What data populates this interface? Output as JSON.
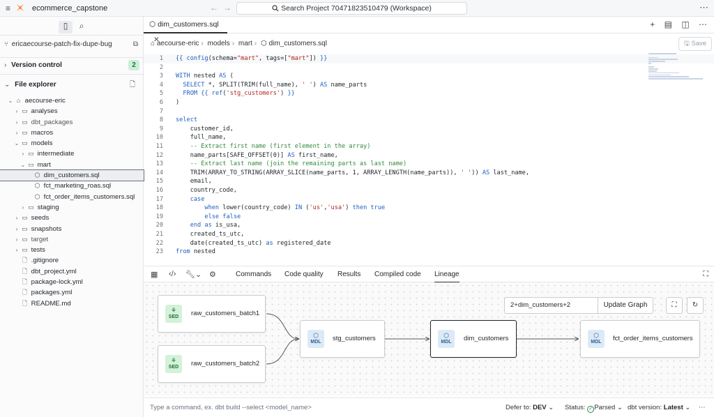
{
  "app": {
    "project_name": "ecommerce_capstone",
    "search_text": "Search Project 70471823510479 (Workspace)"
  },
  "sidebar": {
    "branch": "ericaecourse-patch-fix-dupe-bug",
    "version_control": {
      "label": "Version control",
      "count": "2"
    },
    "file_explorer": {
      "label": "File explorer"
    },
    "tree": [
      {
        "label": "aecourse-eric",
        "depth": 0,
        "type": "root",
        "open": true
      },
      {
        "label": "analyses",
        "depth": 1,
        "type": "folder",
        "open": false
      },
      {
        "label": "dbt_packages",
        "depth": 1,
        "type": "folder",
        "open": false,
        "muted": true
      },
      {
        "label": "macros",
        "depth": 1,
        "type": "folder",
        "open": false
      },
      {
        "label": "models",
        "depth": 1,
        "type": "folder",
        "open": true
      },
      {
        "label": "intermediate",
        "depth": 2,
        "type": "folder",
        "open": false
      },
      {
        "label": "mart",
        "depth": 2,
        "type": "folder",
        "open": true
      },
      {
        "label": "dim_customers.sql",
        "depth": 3,
        "type": "model",
        "selected": true
      },
      {
        "label": "fct_marketing_roas.sql",
        "depth": 3,
        "type": "model"
      },
      {
        "label": "fct_order_items_customers.sql",
        "depth": 3,
        "type": "model"
      },
      {
        "label": "staging",
        "depth": 2,
        "type": "folder",
        "open": false
      },
      {
        "label": "seeds",
        "depth": 1,
        "type": "folder",
        "open": false
      },
      {
        "label": "snapshots",
        "depth": 1,
        "type": "folder",
        "open": false
      },
      {
        "label": "target",
        "depth": 1,
        "type": "folder",
        "open": false,
        "muted": true
      },
      {
        "label": "tests",
        "depth": 1,
        "type": "folder",
        "open": false
      },
      {
        "label": ".gitignore",
        "depth": 1,
        "type": "file"
      },
      {
        "label": "dbt_project.yml",
        "depth": 1,
        "type": "file"
      },
      {
        "label": "package-lock.yml",
        "depth": 1,
        "type": "file"
      },
      {
        "label": "packages.yml",
        "depth": 1,
        "type": "file"
      },
      {
        "label": "README.md",
        "depth": 1,
        "type": "file"
      }
    ]
  },
  "editor": {
    "tab_label": "dim_customers.sql",
    "breadcrumb": [
      "aecourse-eric",
      "models",
      "mart",
      "dim_customers.sql"
    ],
    "save_label": "Save",
    "lines": [
      "{{ config(schema=\"mart\", tags=[\"mart\"]) }}",
      "",
      "WITH nested AS (",
      "  SELECT *, SPLIT(TRIM(full_name), ' ') AS name_parts",
      "  FROM {{ ref('stg_customers') }}",
      ")",
      "",
      "select",
      "    customer_id,",
      "    full_name,",
      "    -- Extract first name (first element in the array)",
      "    name_parts[SAFE_OFFSET(0)] AS first_name,",
      "    -- Extract last name (join the remaining parts as last name)",
      "    TRIM(ARRAY_TO_STRING(ARRAY_SLICE(name_parts, 1, ARRAY_LENGTH(name_parts)), ' ')) AS last_name,",
      "    email,",
      "    country_code,",
      "    case",
      "        when lower(country_code) IN ('us','usa') then true",
      "        else false",
      "    end as is_usa,",
      "    created_ts_utc,",
      "    date(created_ts_utc) as registered_date",
      "from nested"
    ]
  },
  "bottom_panel": {
    "tabs": [
      "Commands",
      "Code quality",
      "Results",
      "Compiled code",
      "Lineage"
    ],
    "active_tab": "Lineage"
  },
  "lineage": {
    "selector_value": "2+dim_customers+2",
    "update_label": "Update Graph",
    "nodes": [
      {
        "id": "raw_customers_batch1",
        "label": "raw_customers_batch1",
        "badge": "SED"
      },
      {
        "id": "raw_customers_batch2",
        "label": "raw_customers_batch2",
        "badge": "SED"
      },
      {
        "id": "stg_customers",
        "label": "stg_customers",
        "badge": "MDL"
      },
      {
        "id": "dim_customers",
        "label": "dim_customers",
        "badge": "MDL",
        "selected": true
      },
      {
        "id": "fct_order_items_customers",
        "label": "fct_order_items_customers",
        "badge": "MDL"
      }
    ]
  },
  "statusbar": {
    "command_placeholder": "Type a command, ex. dbt build --select <model_name>",
    "defer_label": "Defer to:",
    "defer_value": "DEV",
    "status_label": "Status:",
    "status_value": "Parsed",
    "version_label": "dbt version:",
    "version_value": "Latest"
  },
  "colors": {
    "accent": "#2b2f33",
    "seed_badge": "#d3f2d9",
    "model_badge": "#dceaf7",
    "badge_green": "#cdeed9"
  }
}
